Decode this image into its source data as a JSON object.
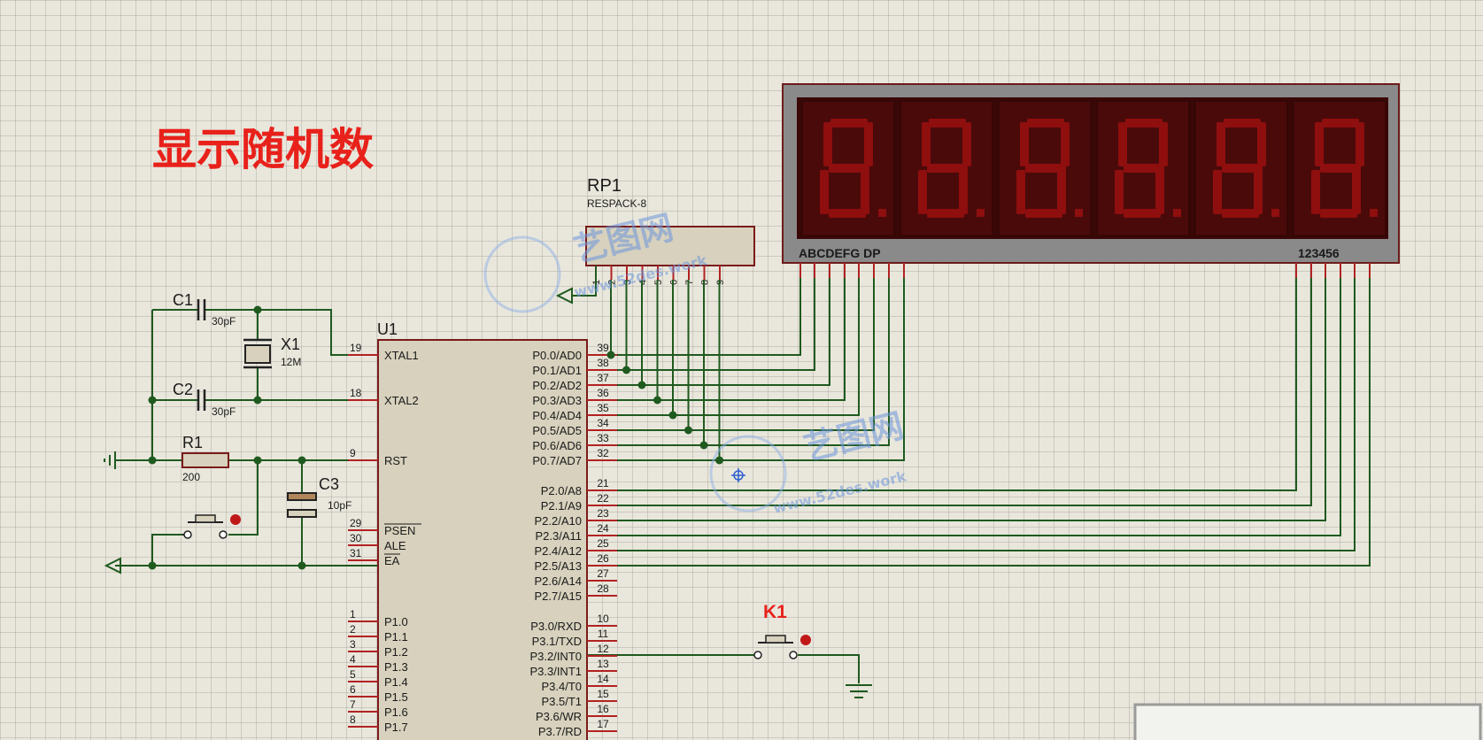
{
  "title": "显示随机数",
  "colors": {
    "wire": "#1f5a1f",
    "chip": "#d7d1bd",
    "pin": "#b22222",
    "display_body": "#6e1414",
    "display_bezel": "#8a8a8a",
    "title": "#e8211b"
  },
  "components": {
    "u1": {
      "ref": "U1"
    },
    "c1": {
      "ref": "C1",
      "value": "30pF"
    },
    "c2": {
      "ref": "C2",
      "value": "30pF"
    },
    "c3": {
      "ref": "C3",
      "value": "10pF"
    },
    "x1": {
      "ref": "X1",
      "value": "12M"
    },
    "r1": {
      "ref": "R1",
      "value": "200"
    },
    "rp1": {
      "ref": "RP1",
      "value": "RESPACK-8",
      "pins": [
        "1",
        "2",
        "3",
        "4",
        "5",
        "6",
        "7",
        "8",
        "9"
      ]
    },
    "k1": {
      "ref": "K1"
    },
    "display": {
      "segment_label": "ABCDEFG DP",
      "digit_label": "123456"
    }
  },
  "u1_left_pins": [
    {
      "num": "19",
      "name": "XTAL1"
    },
    {
      "num": "18",
      "name": "XTAL2"
    },
    {
      "num": "9",
      "name": "RST"
    },
    {
      "num": "29",
      "name": "PSEN"
    },
    {
      "num": "30",
      "name": "ALE"
    },
    {
      "num": "31",
      "name": "EA"
    },
    {
      "num": "1",
      "name": "P1.0"
    },
    {
      "num": "2",
      "name": "P1.1"
    },
    {
      "num": "3",
      "name": "P1.2"
    },
    {
      "num": "4",
      "name": "P1.3"
    },
    {
      "num": "5",
      "name": "P1.4"
    },
    {
      "num": "6",
      "name": "P1.5"
    },
    {
      "num": "7",
      "name": "P1.6"
    },
    {
      "num": "8",
      "name": "P1.7"
    }
  ],
  "u1_right_pins": [
    {
      "num": "39",
      "name": "P0.0/AD0"
    },
    {
      "num": "38",
      "name": "P0.1/AD1"
    },
    {
      "num": "37",
      "name": "P0.2/AD2"
    },
    {
      "num": "36",
      "name": "P0.3/AD3"
    },
    {
      "num": "35",
      "name": "P0.4/AD4"
    },
    {
      "num": "34",
      "name": "P0.5/AD5"
    },
    {
      "num": "33",
      "name": "P0.6/AD6"
    },
    {
      "num": "32",
      "name": "P0.7/AD7"
    },
    {
      "num": "21",
      "name": "P2.0/A8"
    },
    {
      "num": "22",
      "name": "P2.1/A9"
    },
    {
      "num": "23",
      "name": "P2.2/A10"
    },
    {
      "num": "24",
      "name": "P2.3/A11"
    },
    {
      "num": "25",
      "name": "P2.4/A12"
    },
    {
      "num": "26",
      "name": "P2.5/A13"
    },
    {
      "num": "27",
      "name": "P2.6/A14"
    },
    {
      "num": "28",
      "name": "P2.7/A15"
    },
    {
      "num": "10",
      "name": "P3.0/RXD"
    },
    {
      "num": "11",
      "name": "P3.1/TXD"
    },
    {
      "num": "12",
      "name": "P3.2/INT0"
    },
    {
      "num": "13",
      "name": "P3.3/INT1"
    },
    {
      "num": "14",
      "name": "P3.4/T0"
    },
    {
      "num": "15",
      "name": "P3.5/T1"
    },
    {
      "num": "16",
      "name": "P3.6/WR"
    },
    {
      "num": "17",
      "name": "P3.7/RD"
    }
  ],
  "watermark": {
    "brand": "艺图网",
    "url": "www.52des.work"
  }
}
